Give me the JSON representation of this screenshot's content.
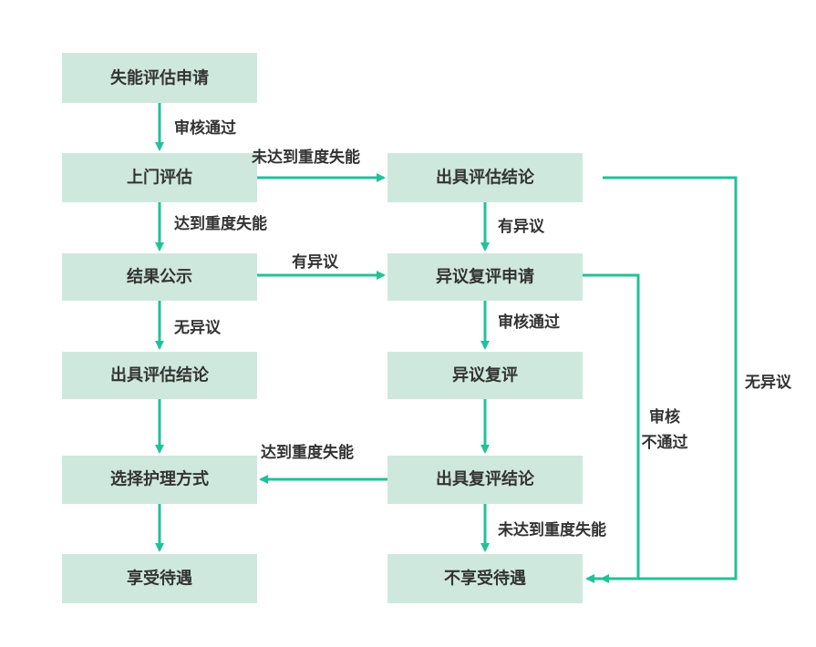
{
  "colors": {
    "node_fill": "#cfe8de",
    "edge": "#22c19a",
    "text": "#333333"
  },
  "nodes": {
    "apply": "失能评估申请",
    "onsite_assess": "上门评估",
    "publicity": "结果公示",
    "conclusion_left": "出具评估结论",
    "choose_care": "选择护理方式",
    "enjoy": "享受待遇",
    "conclusion_right": "出具评估结论",
    "objection_apply": "异议复评申请",
    "reassess": "异议复评",
    "reassess_conclusion": "出具复评结论",
    "not_enjoy": "不享受待遇"
  },
  "edge_labels": {
    "review_pass_1": "审核通过",
    "not_reach_severe_1": "未达到重度失能",
    "reach_severe_1": "达到重度失能",
    "has_objection_1": "有异议",
    "has_objection_2": "有异议",
    "no_objection_1": "无异议",
    "review_pass_2": "审核通过",
    "reach_severe_2": "达到重度失能",
    "not_reach_severe_2": "未达到重度失能",
    "review_fail_line1": "审核",
    "review_fail_line2": "不通过",
    "no_objection_2": "无异议"
  }
}
